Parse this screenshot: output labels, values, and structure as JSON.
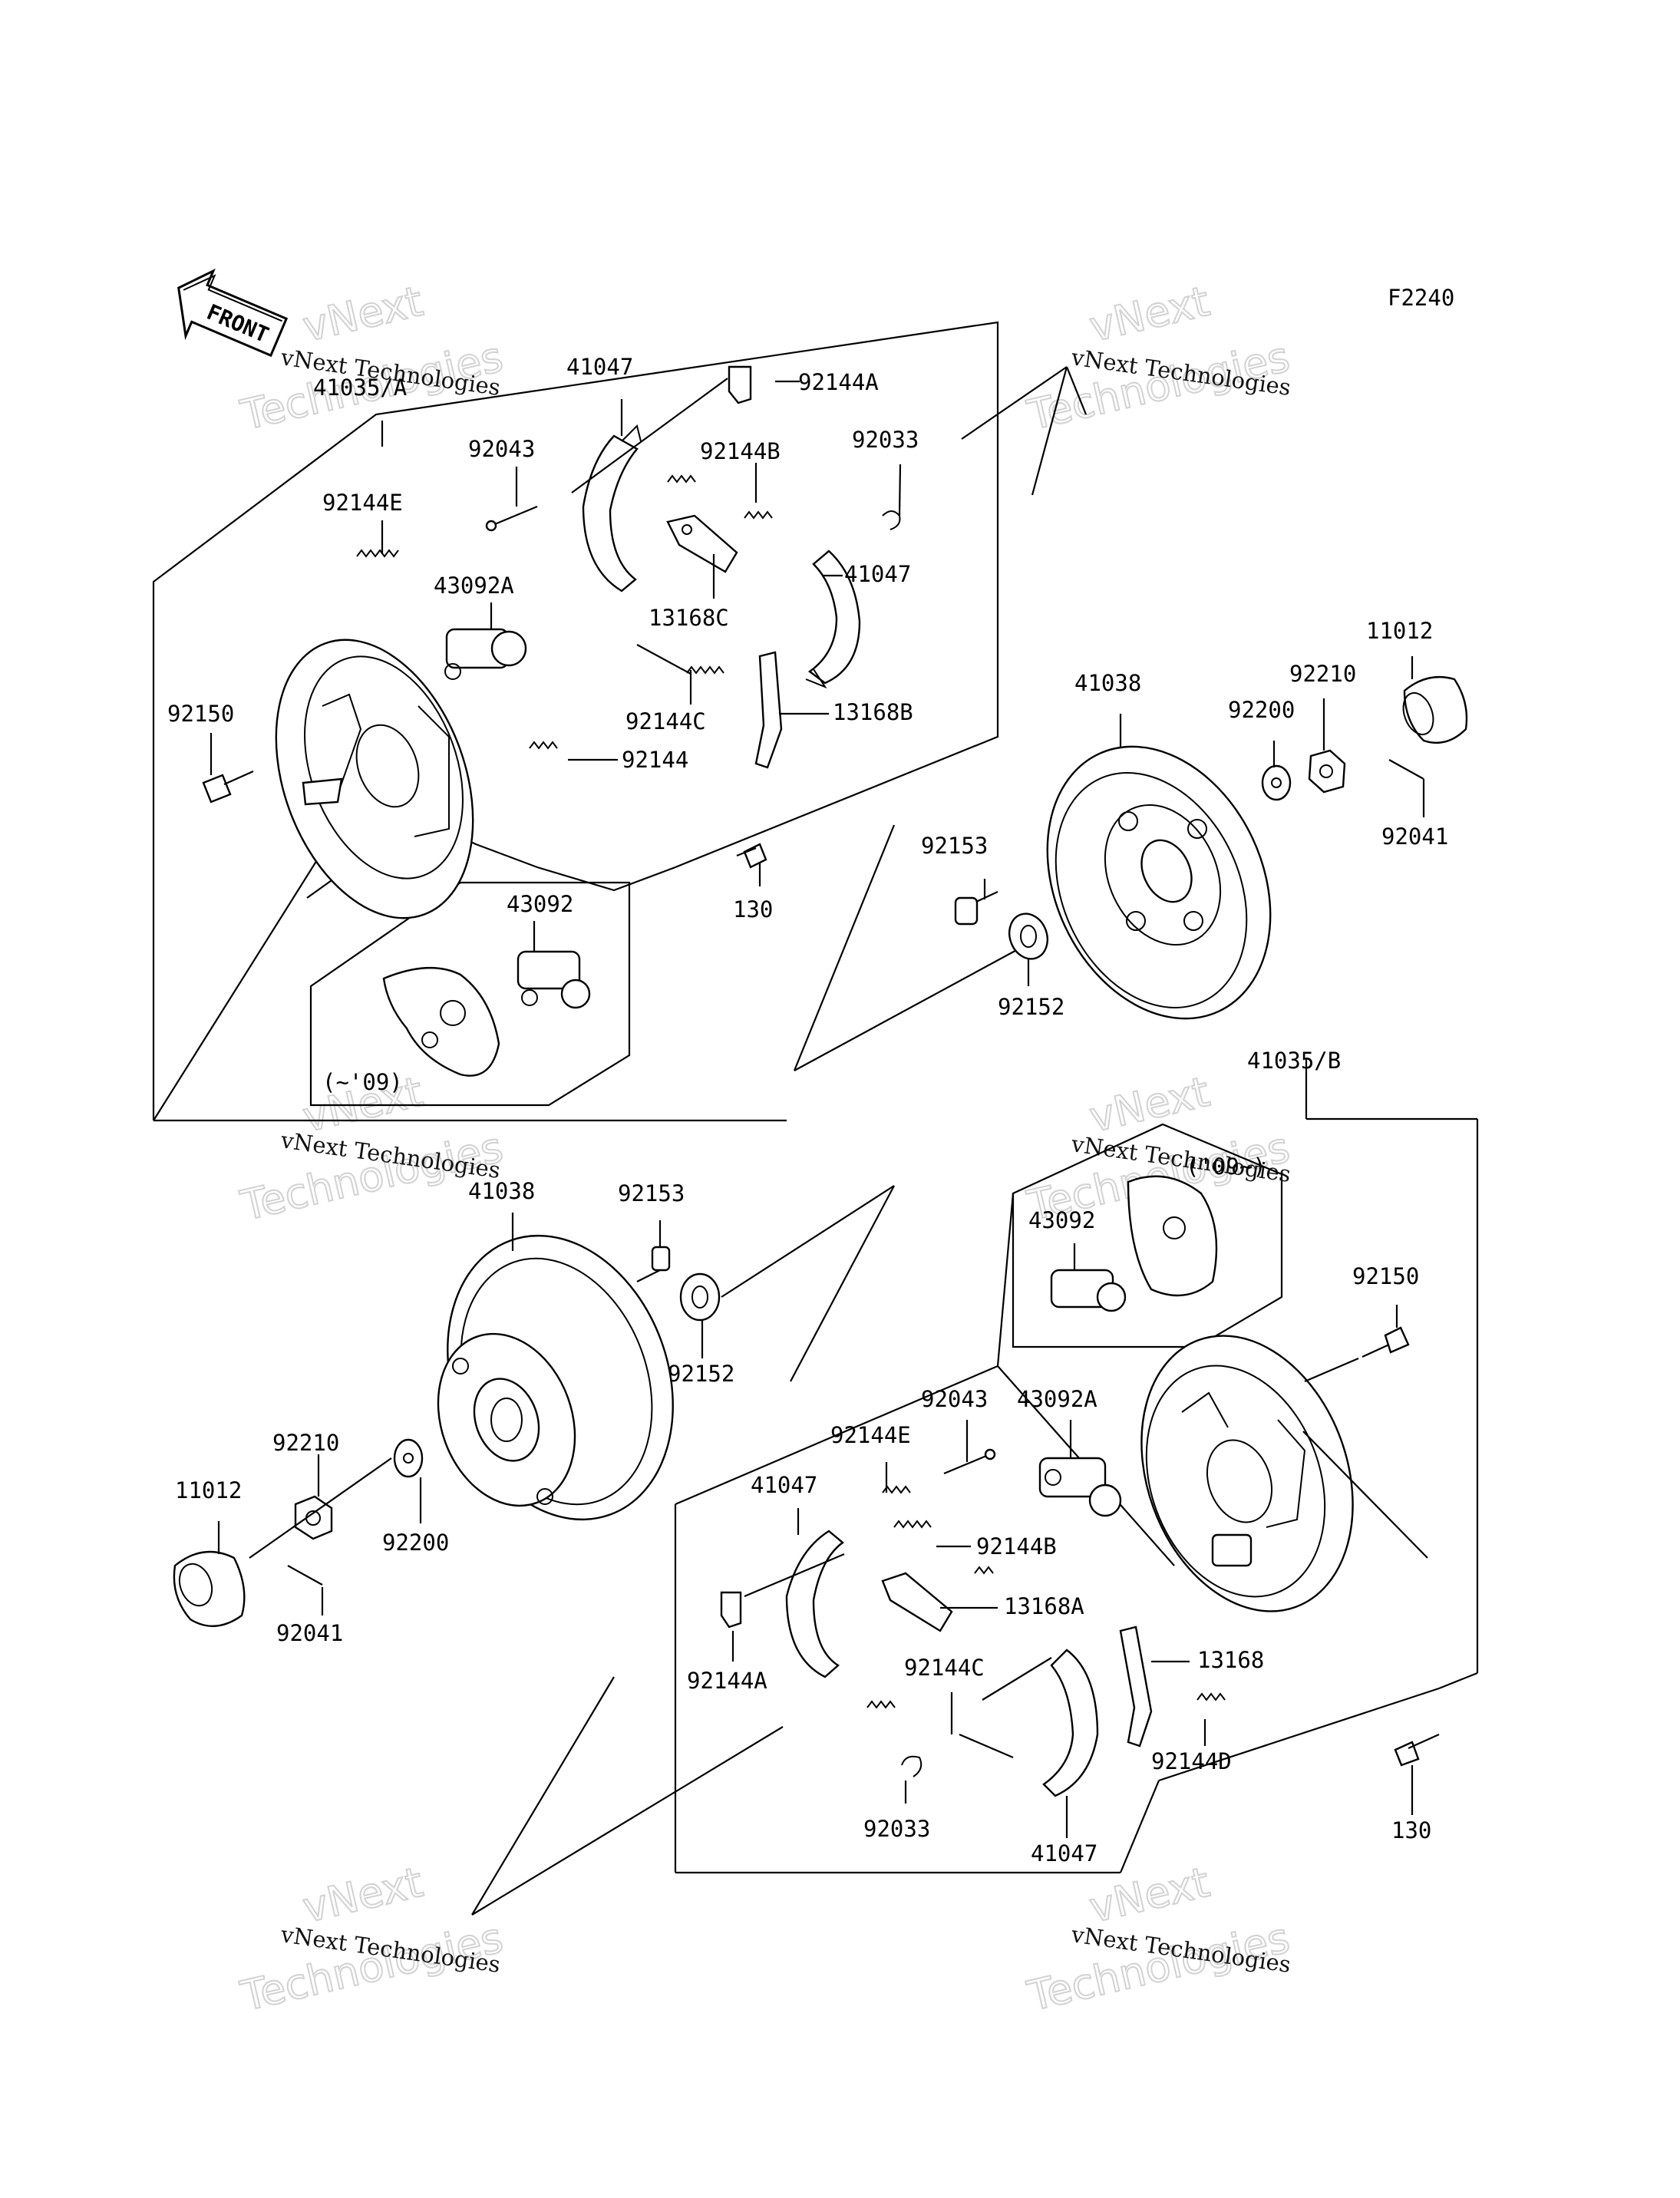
{
  "figure_code": "F2240",
  "front_indicator": "FRONT",
  "watermark": {
    "company": "vNext Technologies",
    "big_line1": "vNext",
    "big_line2": "Technologies"
  },
  "group_labels": {
    "upper_assembly": "41035/A",
    "lower_assembly": "41035/B",
    "upper_inset_note": "(~'09)",
    "lower_inset_note": "('09~)"
  },
  "callouts": {
    "u_41047_a": "41047",
    "u_92144A": "92144A",
    "u_92043": "92043",
    "u_92144B": "92144B",
    "u_92033": "92033",
    "u_92144E": "92144E",
    "u_43092A": "43092A",
    "u_41047_b": "41047",
    "u_13168C": "13168C",
    "u_92150": "92150",
    "u_92144C": "92144C",
    "u_13168B": "13168B",
    "u_92144": "92144",
    "u_130": "130",
    "u_43092": "43092",
    "ur_41038": "41038",
    "ur_11012": "11012",
    "ur_92210": "92210",
    "ur_92200": "92200",
    "ur_92041": "92041",
    "ur_92153": "92153",
    "ur_92152": "92152",
    "l_41038": "41038",
    "l_92153": "92153",
    "l_92152": "92152",
    "l_92210": "92210",
    "l_11012": "11012",
    "l_92200": "92200",
    "l_92041": "92041",
    "lr_43092": "43092",
    "lr_92150": "92150",
    "lr_92043": "92043",
    "lr_43092A": "43092A",
    "lr_92144E": "92144E",
    "lr_41047_a": "41047",
    "lr_92144B": "92144B",
    "lr_13168A": "13168A",
    "lr_92144A": "92144A",
    "lr_92144C": "92144C",
    "lr_13168": "13168",
    "lr_92144D": "92144D",
    "lr_92033": "92033",
    "lr_41047_b": "41047",
    "lr_130": "130"
  }
}
